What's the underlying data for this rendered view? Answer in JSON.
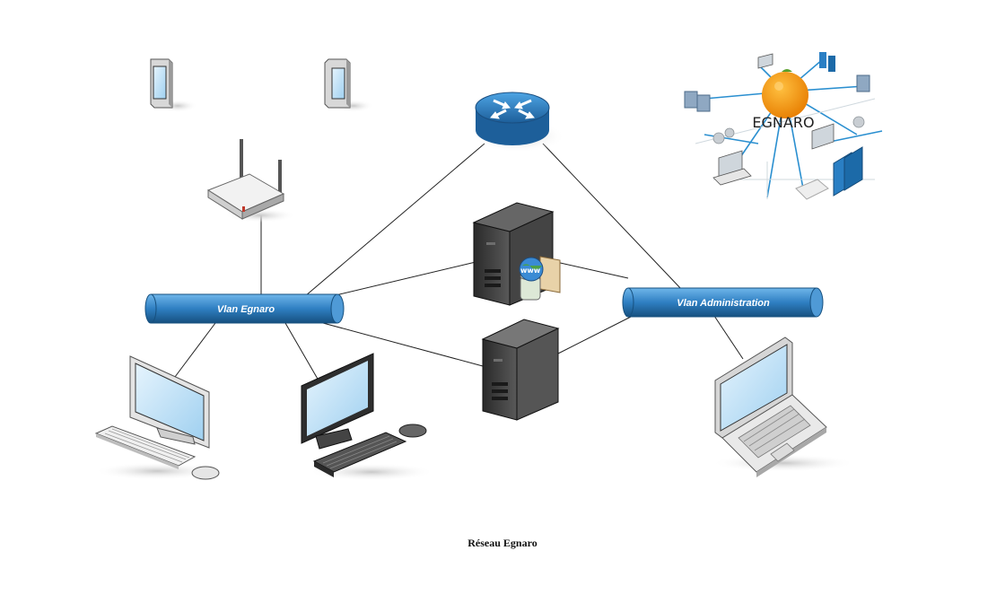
{
  "diagram": {
    "caption": "Réseau Egnaro",
    "vlans": [
      {
        "id": "egnaro",
        "label": "Vlan Egnaro"
      },
      {
        "id": "admin",
        "label": "Vlan Administration"
      }
    ],
    "logo_text": "EGNARO",
    "colors": {
      "pipe": "#2f7fc2",
      "pipe_dark": "#17507f",
      "screen": "#bfe0f7",
      "link": "#222222",
      "router": "#2a7fc4",
      "server": "#3a3a3a",
      "orange": "#f39a12"
    },
    "nodes": [
      {
        "id": "tablet-1",
        "type": "tablet"
      },
      {
        "id": "tablet-2",
        "type": "tablet"
      },
      {
        "id": "wifi-ap",
        "type": "wireless-access-point"
      },
      {
        "id": "router",
        "type": "router"
      },
      {
        "id": "web-server",
        "type": "web-server"
      },
      {
        "id": "server",
        "type": "server"
      },
      {
        "id": "desktop-1",
        "type": "desktop"
      },
      {
        "id": "desktop-2",
        "type": "desktop"
      },
      {
        "id": "laptop",
        "type": "laptop"
      },
      {
        "id": "egnaro-cloud",
        "type": "network-illustration"
      }
    ]
  }
}
